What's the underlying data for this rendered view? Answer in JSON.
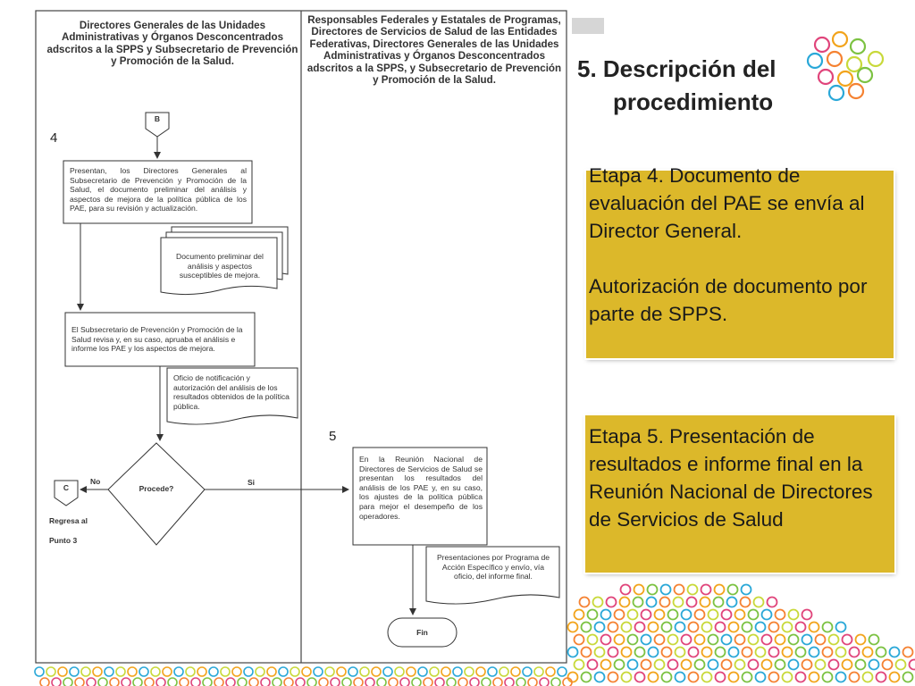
{
  "slide": {
    "section_title_line1": "5.  Descripción  del",
    "section_title_line2": "procedimiento",
    "stage4_text": "Etapa 4. Documento de evaluación del PAE se envía al Director General.\n\nAutorización de documento por parte de SPPS.",
    "stage5_text": "Etapa 5. Presentación de resultados e informe final en la Reunión Nacional de Directores de Servicios de Salud"
  },
  "flowchart": {
    "lane_left_header": "Directores Generales de las Unidades Administrativas y Órganos Desconcentrados adscritos a la SPPS y Subsecretario de Prevención y Promoción de la Salud.",
    "lane_right_header": "Responsables Federales y Estatales de Programas, Directores de Servicios de Salud de las Entidades Federativas, Directores Generales de las Unidades Administrativas y Órganos Desconcentrados adscritos a la SPPS, y Subsecretario de Prevención y Promoción de la Salud.",
    "step4_number": "4",
    "step5_number": "5",
    "connector_b": "B",
    "connector_c": "C",
    "process_1": "Presentan, los Directores Generales al Subsecretario de Prevención y Promoción de la Salud, el documento preliminar del análisis y aspectos de mejora de la política pública de los PAE, para su revisión y actualización.",
    "document_1": "Documento preliminar del análisis y aspectos susceptibles de mejora.",
    "process_2": "El Subsecretario de Prevención y Promoción de la Salud revisa y, en su caso, apruaba el análisis e informe los PAE y los aspectos de mejora.",
    "document_2": "Oficio de notificación y autorización del análisis de los resultados obtenidos de la política pública.",
    "decision": "Procede?",
    "decision_no": "No",
    "decision_yes": "Si",
    "return_label_line1": "Regresa al",
    "return_label_line2": "Punto 3",
    "process_3": "En la Reunión Nacional de Directores de Servicios de Salud se presentan los resultados del análisis de los PAE y, en su caso, los ajustes de la política pública para mejor el desempeño de los operadores.",
    "document_3": "Presentaciones por Programa de Acción Específico y envío, vía oficio, del informe final.",
    "terminator": "Fin"
  },
  "colors": {
    "panel_yellow": "#dcb82a",
    "line": "#333333",
    "ring_colors": [
      "#e0457b",
      "#f2a41c",
      "#7cc242",
      "#2aa8d8",
      "#f58232",
      "#c8d93a"
    ]
  }
}
